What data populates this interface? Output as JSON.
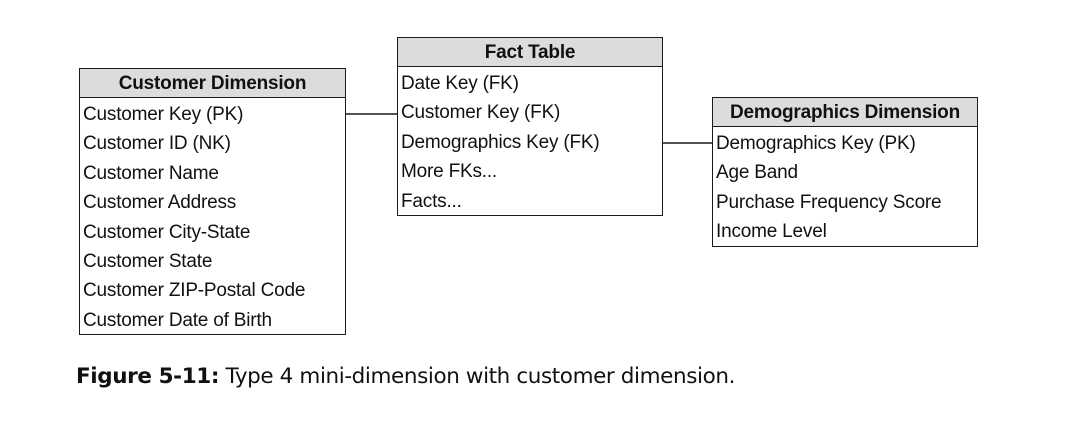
{
  "customer_dimension": {
    "title": "Customer Dimension",
    "rows": [
      "Customer Key (PK)",
      "Customer ID (NK)",
      "Customer Name",
      "Customer Address",
      "Customer City-State",
      "Customer State",
      "Customer ZIP-Postal Code",
      "Customer Date of Birth"
    ]
  },
  "fact_table": {
    "title": "Fact Table",
    "rows": [
      "Date Key (FK)",
      "Customer Key (FK)",
      "Demographics Key (FK)",
      "More FKs...",
      "Facts..."
    ]
  },
  "demographics_dimension": {
    "title": "Demographics Dimension",
    "rows": [
      "Demographics Key (PK)",
      "Age Band",
      "Purchase Frequency Score",
      "Income Level"
    ]
  },
  "caption": {
    "figure_label": "Figure 5-11:",
    "text": "Type 4 mini-dimension with customer dimension."
  }
}
